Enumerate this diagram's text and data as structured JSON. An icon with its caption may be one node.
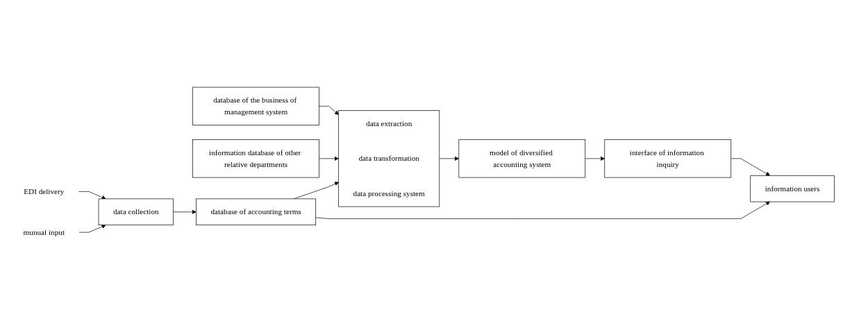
{
  "diagram": {
    "nodes": [
      {
        "text": [
          "EDI delivery"
        ]
      },
      {
        "text": [
          "munual input"
        ]
      },
      {
        "text": [
          "data collection"
        ]
      },
      {
        "text": [
          "database of the business of management system"
        ]
      },
      {
        "text": [
          "database of accounting terms"
        ]
      },
      {
        "text": [
          "information database of other relative departments"
        ]
      },
      {
        "text": [
          "data extraction",
          "data transformation",
          "data processing system"
        ]
      },
      {
        "text": [
          "model of diversified accounting system"
        ]
      },
      {
        "text": [
          "interface of information inquiry"
        ]
      },
      {
        "text": [
          "information users"
        ]
      }
    ],
    "edges": [
      {
        "from": 0,
        "to": 2,
        "arrow": "to"
      },
      {
        "from": 1,
        "to": 2,
        "arrow": "to"
      },
      {
        "from": 2,
        "to": 4,
        "arrow": "to"
      },
      {
        "from": 3,
        "to": 6,
        "arrow": "to"
      },
      {
        "from": 4,
        "to": 6,
        "arrow": "to"
      },
      {
        "from": 5,
        "to": 6,
        "arrow": "to"
      },
      {
        "from": 6,
        "to": 7,
        "arrow": "to"
      },
      {
        "from": 7,
        "to": 8,
        "arrow": "to"
      },
      {
        "from": 8,
        "to": 9,
        "arrow": "to"
      },
      {
        "from": 4,
        "to": 9,
        "arrow": "to"
      }
    ]
  }
}
